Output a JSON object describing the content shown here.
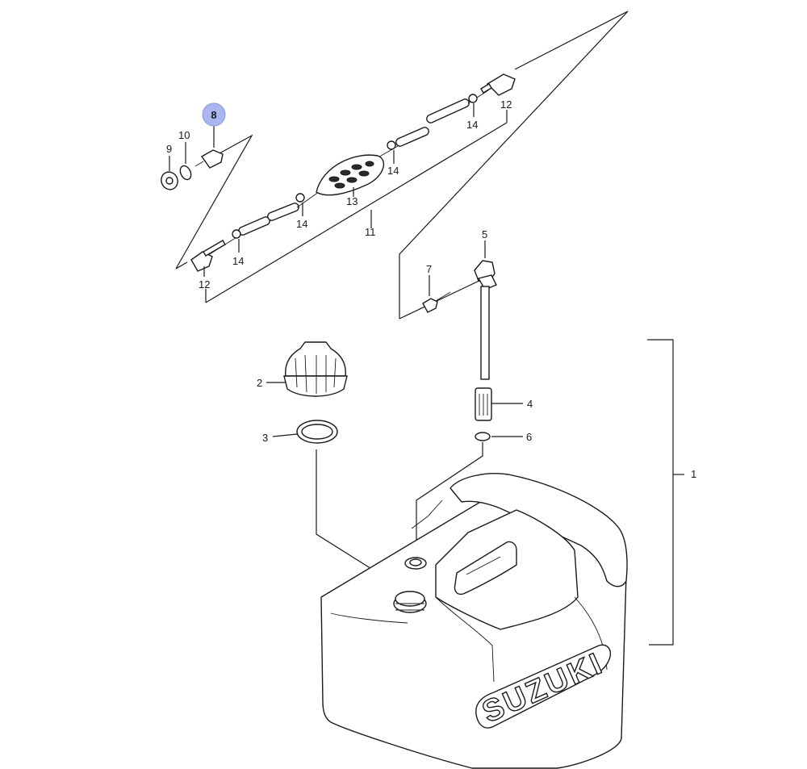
{
  "callouts": {
    "c1": "1",
    "c2": "2",
    "c3": "3",
    "c4": "4",
    "c5": "5",
    "c6": "6",
    "c7": "7",
    "c8": "8",
    "c9": "9",
    "c10": "10",
    "c11": "11",
    "c12a": "12",
    "c12b": "12",
    "c13": "13",
    "c14a": "14",
    "c14b": "14",
    "c14c": "14",
    "c14d": "14"
  },
  "tank_brand": "SUZUKI",
  "highlight_color": "#a9b6f0",
  "selected_callout": "8"
}
